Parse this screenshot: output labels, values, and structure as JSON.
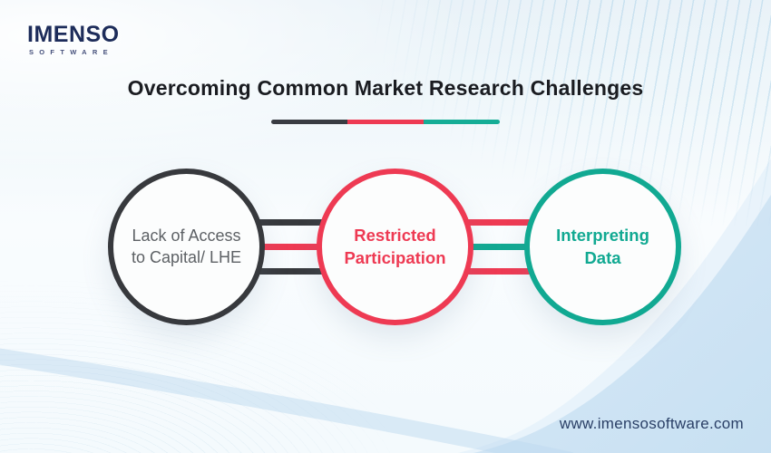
{
  "logo": {
    "name": "IMENSO",
    "tagline": "SOFTWARE"
  },
  "header": {
    "title": "Overcoming Common Market Research Challenges",
    "divider_colors": [
      "#393c42",
      "#ee3a53",
      "#15ad96"
    ]
  },
  "challenges": [
    {
      "label": "Lack of Access to Capital/ LHE",
      "accent": "#37393d",
      "text_color": "#5d6165"
    },
    {
      "label": "Restricted Participation",
      "accent": "#ee3a53",
      "text_color": "#ee3a53"
    },
    {
      "label": "Interpreting Data",
      "accent": "#11a992",
      "text_color": "#11a992"
    }
  ],
  "connectors": [
    {
      "between": "challenge-1-and-2",
      "line_colors": [
        "#37393d",
        "#ee3a53",
        "#37393d"
      ]
    },
    {
      "between": "challenge-2-and-3",
      "line_colors": [
        "#ee3a53",
        "#11a992",
        "#ee3a53"
      ]
    }
  ],
  "footer": {
    "website": "www.imensosoftware.com"
  }
}
